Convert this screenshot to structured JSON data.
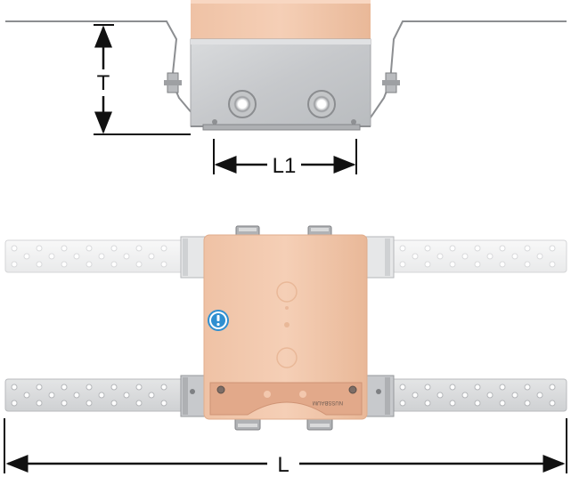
{
  "dimensions": {
    "height_label": "T",
    "front_width_label": "L1",
    "overall_length_label": "L"
  },
  "box_label": "NUSSBAUM",
  "colors": {
    "housing": "#f1c7ac",
    "housing_shade": "#e7b698",
    "front_plate": "#cfd1d3",
    "steel": "#a8aaad",
    "strap_light": "#f3f3f3",
    "strap_dark": "#dcdedf",
    "info_badge": "#2f8fd0",
    "dim_line": "#111111"
  },
  "icons": [
    "info-icon"
  ]
}
